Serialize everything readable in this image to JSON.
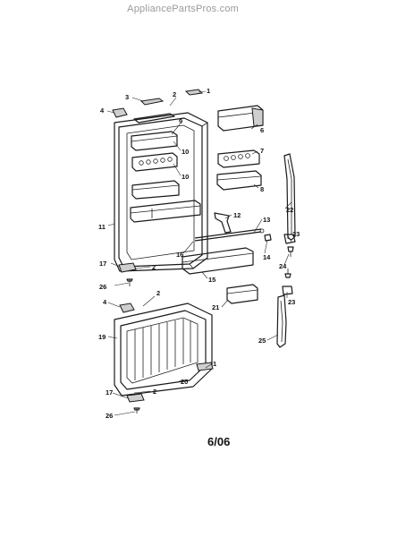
{
  "site": {
    "watermark": "AppliancePartsPros.com"
  },
  "diagram": {
    "date_code": "6/06",
    "callouts": [
      "1",
      "2",
      "3",
      "4",
      "9",
      "6",
      "7",
      "8",
      "10",
      "10",
      "11",
      "12",
      "13",
      "14",
      "15",
      "16",
      "17",
      "2",
      "26",
      "22",
      "23",
      "24",
      "23",
      "4",
      "2",
      "19",
      "21",
      "25",
      "1",
      "2",
      "20",
      "17",
      "26"
    ]
  }
}
